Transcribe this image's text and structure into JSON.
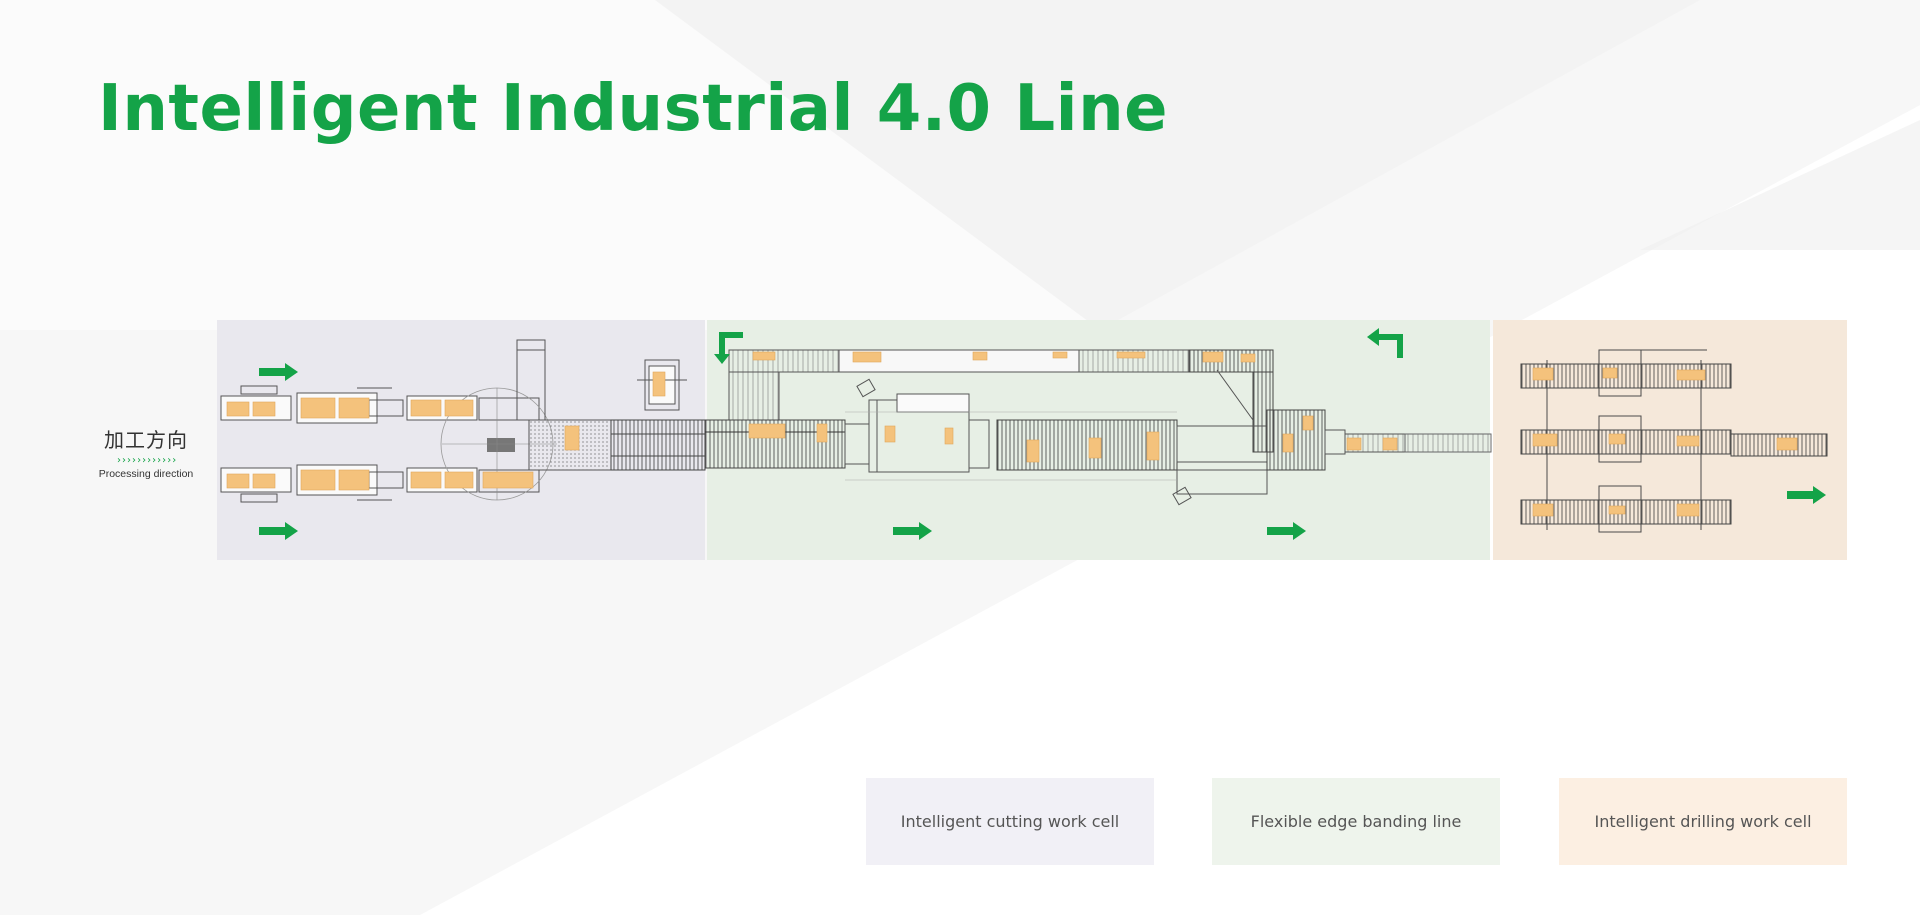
{
  "page": {
    "title": "Intelligent Industrial 4.0 Line",
    "accent_color": "#14a348"
  },
  "direction_label": {
    "chinese": "加工方向",
    "chevrons": "››››››››››››",
    "english": "Processing direction"
  },
  "zones": [
    {
      "id": "cutting",
      "fill": "#e9e8ee"
    },
    {
      "id": "edge-banding",
      "fill": "#e7efe5"
    },
    {
      "id": "drilling",
      "fill": "#f5e8da"
    }
  ],
  "icons": {
    "flow_arrow": "right-arrow-icon",
    "turn_arrow_down": "turn-down-arrow-icon",
    "turn_arrow_up": "turn-up-arrow-icon"
  },
  "legend": [
    {
      "label": "Intelligent cutting work cell",
      "fill": "#f1f0f6"
    },
    {
      "label": "Flexible edge banding line",
      "fill": "#eef4ec"
    },
    {
      "label": "Intelligent drilling work cell",
      "fill": "#fcefe2"
    }
  ]
}
